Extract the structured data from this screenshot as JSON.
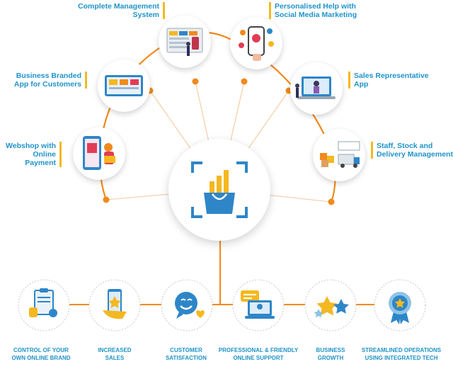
{
  "colors": {
    "accent": "#f08a1c",
    "blue": "#1f93c9",
    "yellow": "#f4b820",
    "icon_blue": "#2e86c8"
  },
  "features": [
    {
      "line1": "Complete Management",
      "line2": "System",
      "icon": "dashboard-screen-icon"
    },
    {
      "line1": "Personalised Help with",
      "line2": "Social Media Marketing",
      "icon": "phone-social-icon"
    },
    {
      "line1": "Business Branded",
      "line2": "App for Customers",
      "icon": "tablet-app-icon"
    },
    {
      "line1": "Sales Representative",
      "line2": "App",
      "icon": "laptop-presenter-icon"
    },
    {
      "line1": "Webshop with",
      "line2": "Online Payment",
      "icon": "phone-shopper-icon"
    },
    {
      "line1": "Staff, Stock and",
      "line2": "Delivery Management",
      "icon": "delivery-truck-icon"
    }
  ],
  "center_icon": "shopping-bag-chart-icon",
  "benefits": [
    {
      "line1": "CONTROL OF YOUR",
      "line2": "OWN ONLINE BRAND",
      "icon": "clipboard-thumbsup-icon"
    },
    {
      "line1": "INCREASED",
      "line2": "SALES",
      "icon": "phone-star-hand-icon"
    },
    {
      "line1": "CUSTOMER",
      "line2": "SATISFACTION",
      "icon": "smiley-chat-icon"
    },
    {
      "line1": "PROFESSIONAL & FRIENDLY",
      "line2": "ONLINE SUPPORT",
      "icon": "laptop-support-icon"
    },
    {
      "line1": "BUSINESS",
      "line2": "GROWTH",
      "icon": "stars-icon"
    },
    {
      "line1": "STREAMLINED OPERATIONS",
      "line2": "USING INTEGRATED TECH",
      "icon": "award-badge-icon"
    }
  ]
}
